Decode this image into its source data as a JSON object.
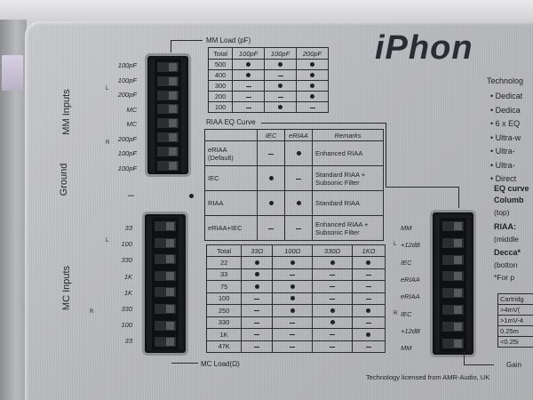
{
  "logo": "iPhon",
  "footer": "Technology licensed from AMR-Audio, UK",
  "section_labels": {
    "mm": "MM Inputs",
    "ground": "Ground",
    "mc": "MC Inputs"
  },
  "mm_switch": {
    "values": [
      "100pF",
      "100pF",
      "200pF",
      "MC",
      "MC",
      "200pF",
      "100pF",
      "100pF"
    ],
    "side_L": "L",
    "side_R": "R"
  },
  "mc_switch": {
    "values": [
      "33",
      "100",
      "330",
      "1K",
      "1K",
      "330",
      "100",
      "33"
    ],
    "side_L": "L",
    "side_R": "R"
  },
  "gain_switch": {
    "values": [
      "MM",
      "+12dB",
      "IEC",
      "eRIAA",
      "eRIAA",
      "IEC",
      "+12dB",
      "MM"
    ],
    "side_L": "L",
    "side_R": "R"
  },
  "mm_load": {
    "title": "MM Load (pF)",
    "headers": [
      "Total",
      "100pF",
      "100pF",
      "200pF"
    ],
    "rows": [
      [
        "500",
        "dot",
        "dot",
        "dot"
      ],
      [
        "400",
        "dot",
        "dash",
        "dot"
      ],
      [
        "300",
        "dash",
        "dot",
        "dot"
      ],
      [
        "200",
        "dash",
        "dash",
        "dot"
      ],
      [
        "100",
        "dash",
        "dot",
        "dash"
      ]
    ]
  },
  "riaa": {
    "title": "RIAA EQ Curve",
    "headers": [
      "",
      "IEC",
      "eRIAA",
      "Remarks"
    ],
    "rows": [
      {
        "label": "eRIAA (Default)",
        "iec": "dash",
        "eriaa": "dot",
        "remarks": "Enhanced RIAA"
      },
      {
        "label": "IEC",
        "iec": "dot",
        "eriaa": "dash",
        "remarks": "Standard RIAA + Subsonic Filter"
      },
      {
        "label": "RIAA",
        "iec": "dot",
        "eriaa": "dot",
        "remarks": "Standard RIAA"
      },
      {
        "label": "eRIAA+IEC",
        "iec": "dash",
        "eriaa": "dash",
        "remarks": "Enhanced RIAA + Subsonic Filter"
      }
    ]
  },
  "mc_load": {
    "title": "MC Load(Ω)",
    "headers": [
      "Total",
      "33Ω",
      "100Ω",
      "330Ω",
      "1KΩ"
    ],
    "rows": [
      [
        "22",
        "dot",
        "dot",
        "dot",
        "dot"
      ],
      [
        "33",
        "dot",
        "dash",
        "dash",
        "dash"
      ],
      [
        "75",
        "dot",
        "dot",
        "dash",
        "dash"
      ],
      [
        "100",
        "dash",
        "dot",
        "dash",
        "dash"
      ],
      [
        "250",
        "dash",
        "dot",
        "dot",
        "dot"
      ],
      [
        "330",
        "dash",
        "dash",
        "dot",
        "dash"
      ],
      [
        "1K",
        "dash",
        "dash",
        "dash",
        "dot"
      ],
      [
        "47K",
        "dash",
        "dash",
        "dash",
        "dash"
      ]
    ]
  },
  "gain_label": "Gain",
  "right_text": {
    "technology": "Technolog",
    "bullets": [
      "• Dedicat",
      "• Dedica",
      "• 6 x EQ",
      "• Ultra-w",
      "• Ultra-",
      "• Ultra-",
      "• Direct"
    ],
    "eq_curve": "EQ curve",
    "columbia": "Columb",
    "top": "(top)",
    "riaa": "RIAA:",
    "middle": "(middle",
    "decca": "Decca*",
    "bottom": "(botton",
    "for": "*For p",
    "cart_rows": [
      "Cartridg",
      ">4mV(",
      ">1mV-4",
      "0.25m",
      "<0.25i"
    ]
  }
}
